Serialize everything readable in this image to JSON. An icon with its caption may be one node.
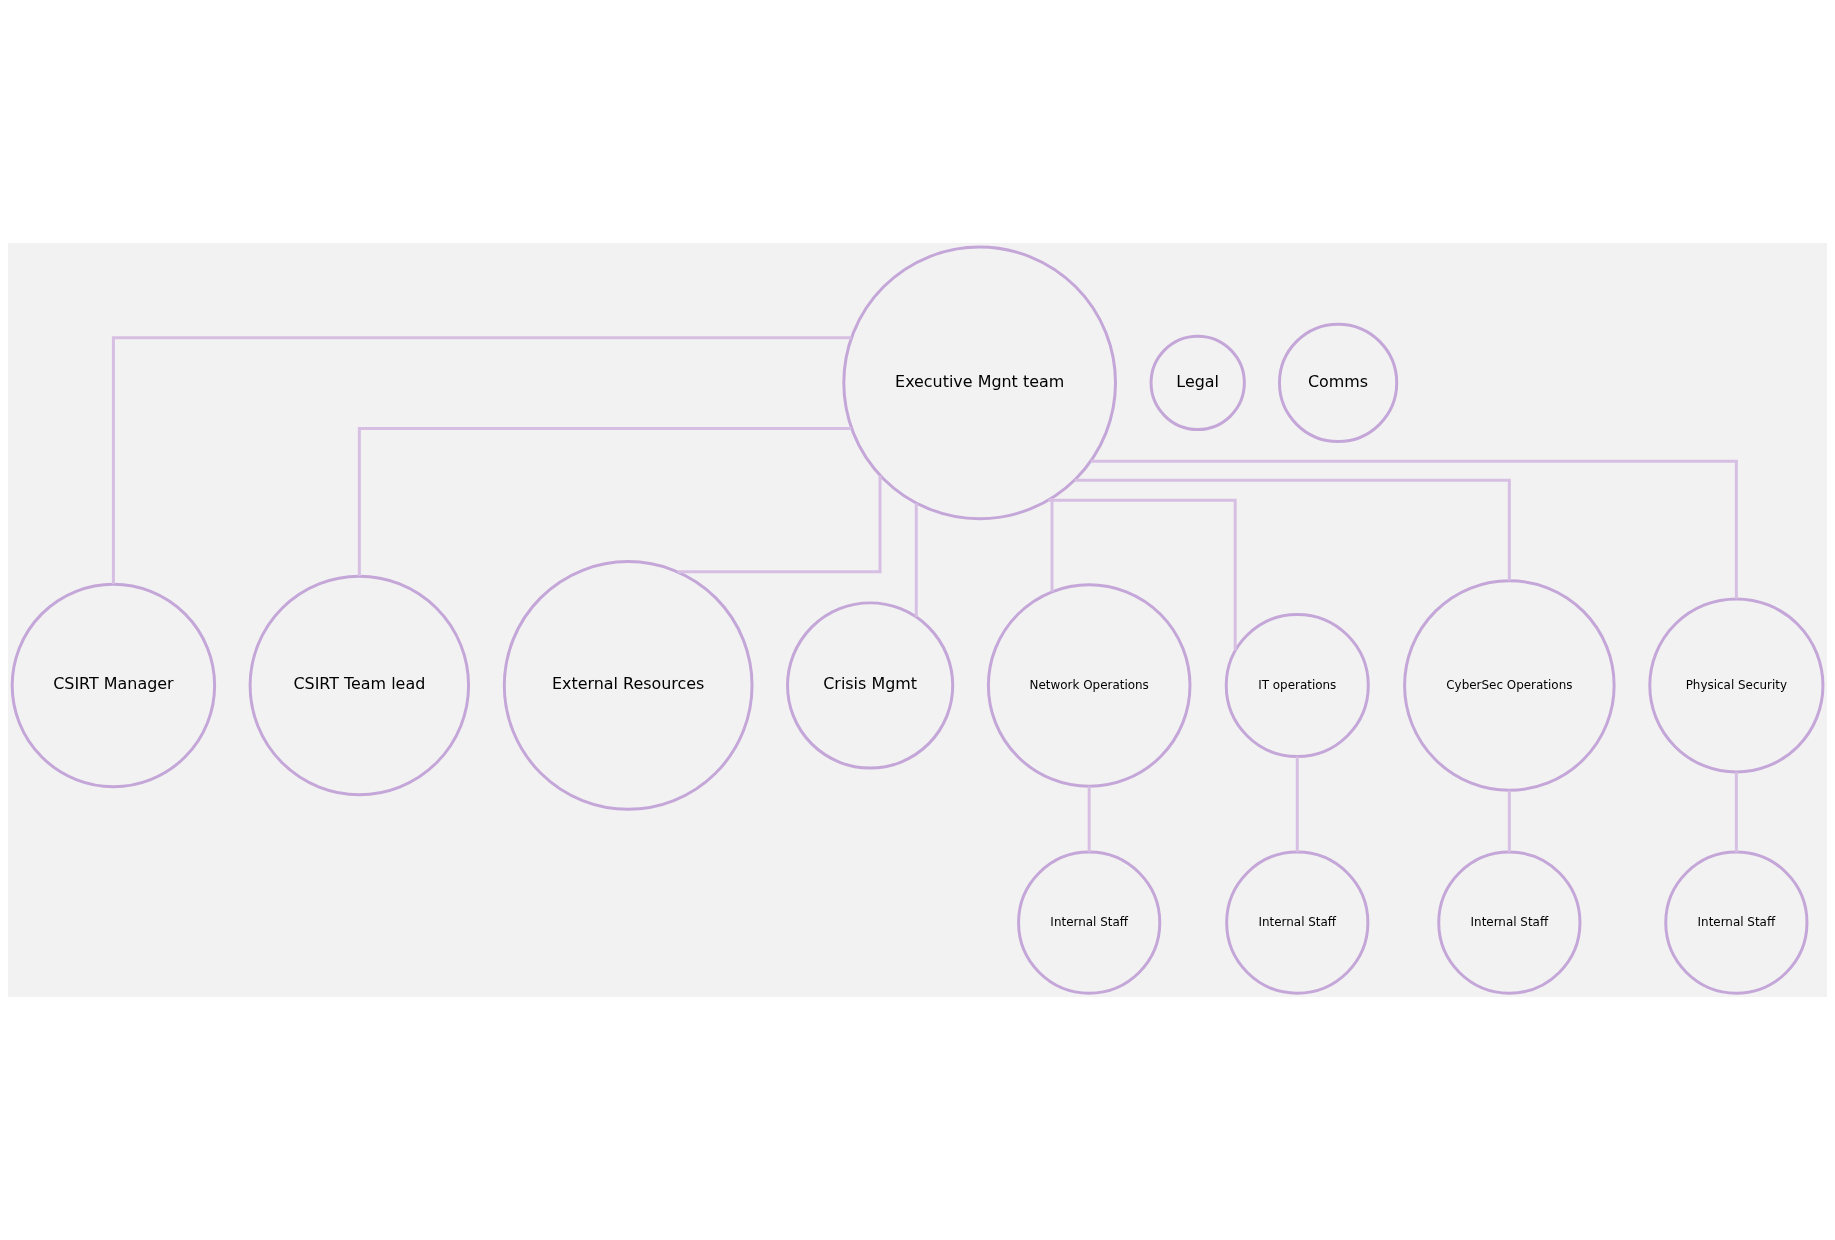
{
  "diagram": {
    "nodes": [
      {
        "text": [
          "Executive Mgnt team"
        ]
      },
      {
        "text": [
          "Legal"
        ]
      },
      {
        "text": [
          "Comms"
        ]
      },
      {
        "text": [
          "CSIRT Manager"
        ]
      },
      {
        "text": [
          "CSIRT Team lead"
        ]
      },
      {
        "text": [
          "External Resources"
        ]
      },
      {
        "text": [
          "Crisis Mgmt"
        ]
      },
      {
        "text": [
          "Network Operations"
        ]
      },
      {
        "text": [
          "IT operations"
        ]
      },
      {
        "text": [
          "CyberSec Operations"
        ]
      },
      {
        "text": [
          "Physical Security"
        ]
      },
      {
        "text": [
          "Internal Staff"
        ]
      },
      {
        "text": [
          "Internal Staff"
        ]
      },
      {
        "text": [
          "Internal Staff"
        ]
      },
      {
        "text": [
          "Internal Staff"
        ]
      }
    ],
    "edges": [
      {
        "from": 0,
        "to": 3,
        "arrow": "none"
      },
      {
        "from": 0,
        "to": 4,
        "arrow": "none"
      },
      {
        "from": 0,
        "to": 5,
        "arrow": "none"
      },
      {
        "from": 0,
        "to": 6,
        "arrow": "none"
      },
      {
        "from": 0,
        "to": 7,
        "arrow": "none"
      },
      {
        "from": 0,
        "to": 8,
        "arrow": "none"
      },
      {
        "from": 0,
        "to": 9,
        "arrow": "none"
      },
      {
        "from": 0,
        "to": 10,
        "arrow": "none"
      },
      {
        "from": 7,
        "to": 11,
        "arrow": "none"
      },
      {
        "from": 8,
        "to": 12,
        "arrow": "none"
      },
      {
        "from": 9,
        "to": 13,
        "arrow": "none"
      },
      {
        "from": 10,
        "to": 14,
        "arrow": "none"
      }
    ]
  }
}
